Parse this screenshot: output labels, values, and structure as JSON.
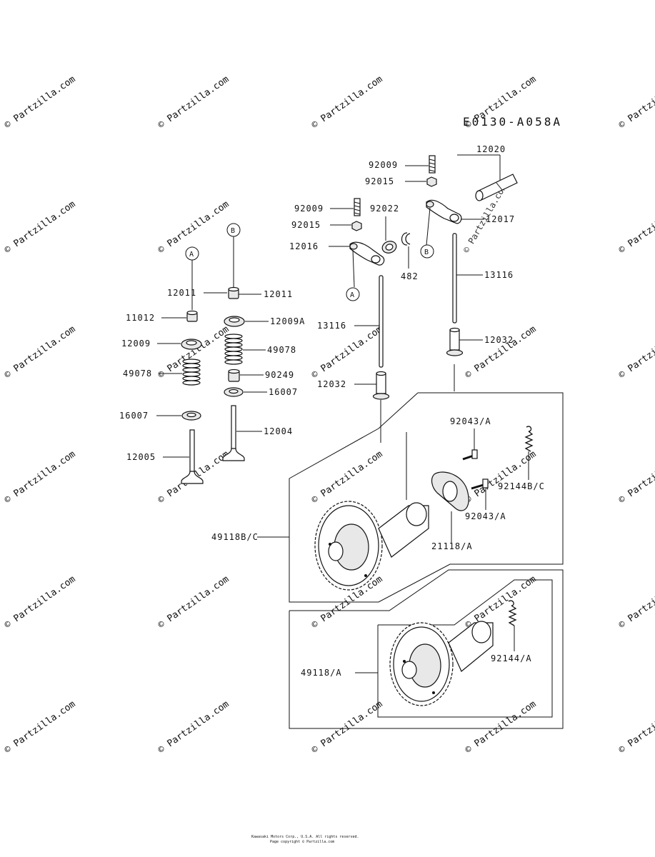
{
  "diagram": {
    "code": "E0130-A058A",
    "watermark": "© Partzilla.com",
    "copyright_line1": "Kawasaki Motors Corp., U.S.A. All rights reserved.",
    "copyright_line2": "Page copyright © Partzilla.com"
  },
  "callouts": {
    "A": "A",
    "B": "B"
  },
  "parts": {
    "p12020": "12020",
    "p92009_top": "92009",
    "p92015_top": "92015",
    "p92009_mid": "92009",
    "p92022": "92022",
    "p12017": "12017",
    "p92015_mid": "92015",
    "p12016": "12016",
    "p482": "482",
    "p13116_right": "13116",
    "p12011_left": "12011",
    "p12011_right": "12011",
    "p11012": "11012",
    "p12009A": "12009A",
    "p12009": "12009",
    "p49078_right": "49078",
    "p13116_left": "13116",
    "p12032_right": "12032",
    "p49078_left": "49078",
    "p90249": "90249",
    "p12032_left": "12032",
    "p16007_right": "16007",
    "p16007_left": "16007",
    "p12004": "12004",
    "p12005": "12005",
    "p92043A_top": "92043/A",
    "p92144BC": "92144B/C",
    "p92043A_bottom": "92043/A",
    "p49118BC": "49118B/C",
    "p21118A": "21118/A",
    "p92144A": "92144/A",
    "p49118A": "49118/A"
  }
}
